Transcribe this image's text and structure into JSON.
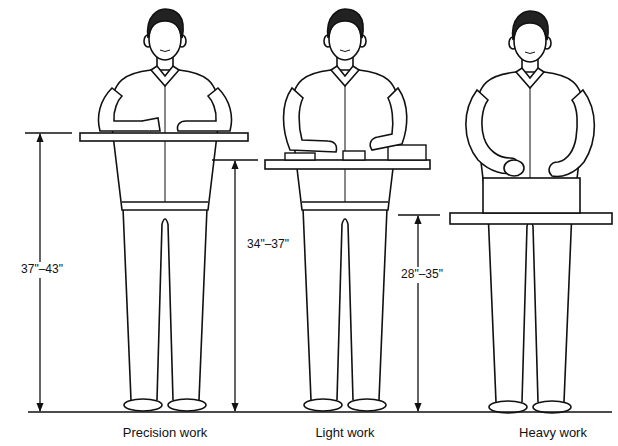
{
  "diagram": {
    "labels": [
      "37\"–43\"",
      "34\"–37\"",
      "28\"–35\"",
      "Precision work",
      "Light work",
      "Heavy work"
    ]
  }
}
